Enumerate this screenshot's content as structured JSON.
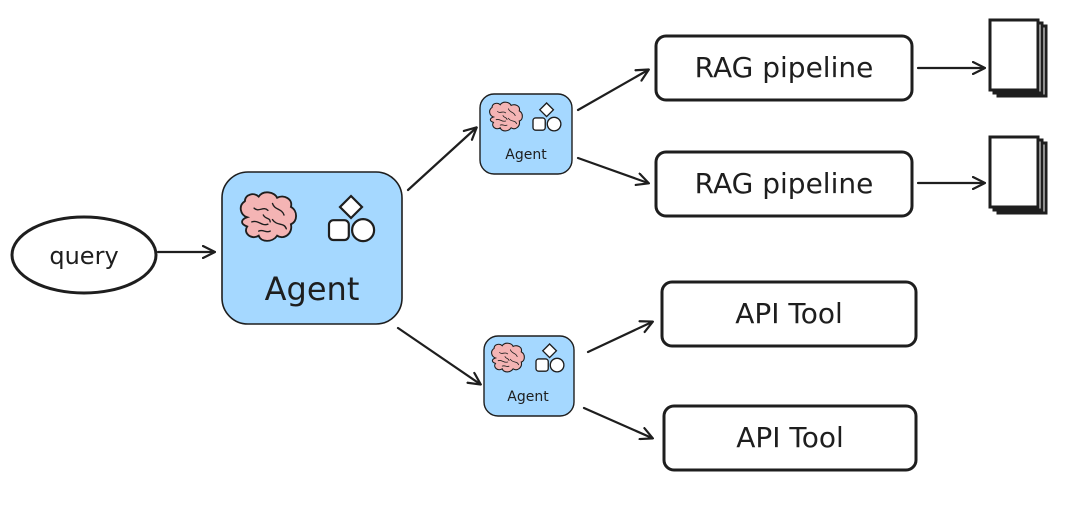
{
  "query": {
    "label": "query"
  },
  "main_agent": {
    "label": "Agent"
  },
  "sub_agents": [
    {
      "label": "Agent"
    },
    {
      "label": "Agent"
    }
  ],
  "rag_pipelines": [
    {
      "label": "RAG pipeline"
    },
    {
      "label": "RAG pipeline"
    }
  ],
  "api_tools": [
    {
      "label": "API Tool"
    },
    {
      "label": "API Tool"
    }
  ],
  "colors": {
    "agent_fill": "#a5d8ff",
    "stroke": "#1e1e1e",
    "brain": "#f4b4b4"
  },
  "icons": [
    "brain-icon",
    "shapes-icon",
    "document-stack-icon"
  ]
}
